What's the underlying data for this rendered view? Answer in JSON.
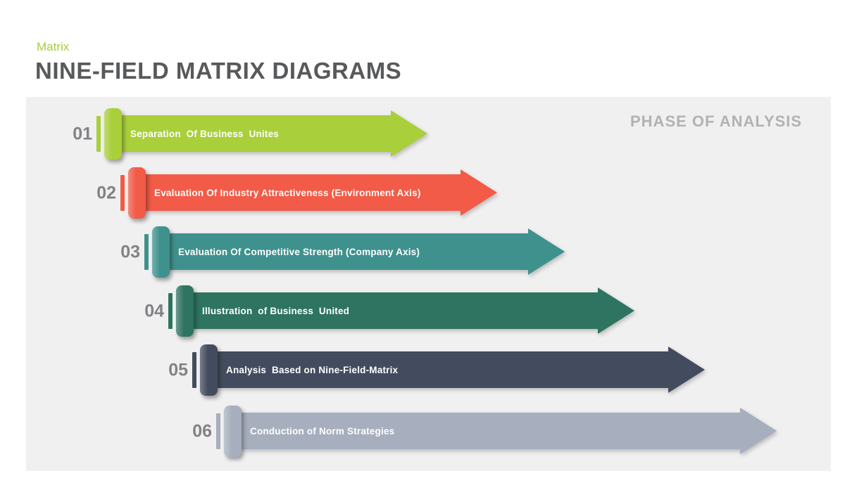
{
  "header": {
    "eyebrow": "Matrix",
    "title": "NINE-FIELD MATRIX DIAGRAMS"
  },
  "panel": {
    "watermark": "PHASE OF ANALYSIS"
  },
  "steps": [
    {
      "number": "01",
      "label": "Separation  Of Business  Unites",
      "color": "#A9CF3A"
    },
    {
      "number": "02",
      "label": "Evaluation Of Industry Attractiveness (Environment Axis)",
      "color": "#F15B47"
    },
    {
      "number": "03",
      "label": "Evaluation Of Competitive Strength (Company Axis)",
      "color": "#3F918D"
    },
    {
      "number": "04",
      "label": "Illustration  of Business  United",
      "color": "#2E7460"
    },
    {
      "number": "05",
      "label": "Analysis  Based on Nine-Field-Matrix",
      "color": "#434C5E"
    },
    {
      "number": "06",
      "label": "Conduction of Norm Strategies",
      "color": "#A7AEBE"
    }
  ],
  "colors": {
    "eyebrow": "#A6CE39",
    "title": "#58595B",
    "number": "#808285",
    "watermark": "#B2B2B4",
    "panel_bg": "#F0F0F0",
    "label_text": "#FFFFFF"
  }
}
